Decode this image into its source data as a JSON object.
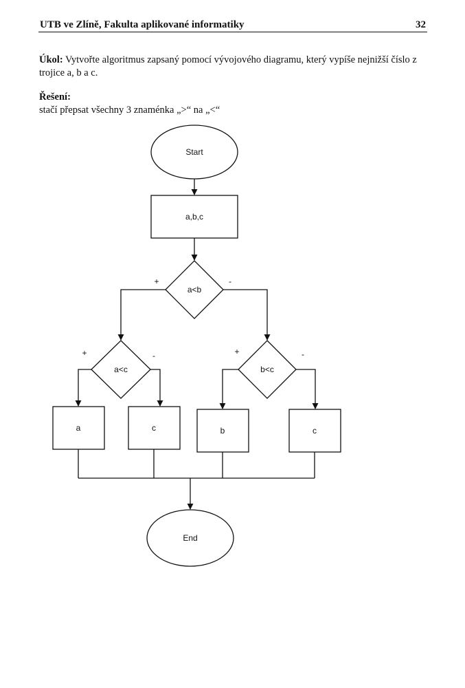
{
  "header": {
    "title": "UTB ve Zlíně, Fakulta aplikované informatiky",
    "page_number": "32"
  },
  "task": {
    "label": "Úkol:",
    "text": "Vytvořte algoritmus zapsaný pomocí vývojového diagramu, který vypíše nejnižší číslo z trojice a, b a c."
  },
  "solution": {
    "title": "Řešení:",
    "text": "stačí přepsat všechny 3 znaménka „>“ na „<“"
  },
  "flowchart": {
    "start": "Start",
    "input": "a,b,c",
    "decision_main": "a<b",
    "decision_left": "a<c",
    "decision_right": "b<c",
    "out_a": "a",
    "out_c_left": "c",
    "out_b": "b",
    "out_c_right": "c",
    "end": "End",
    "plus": "+",
    "minus": "-"
  }
}
